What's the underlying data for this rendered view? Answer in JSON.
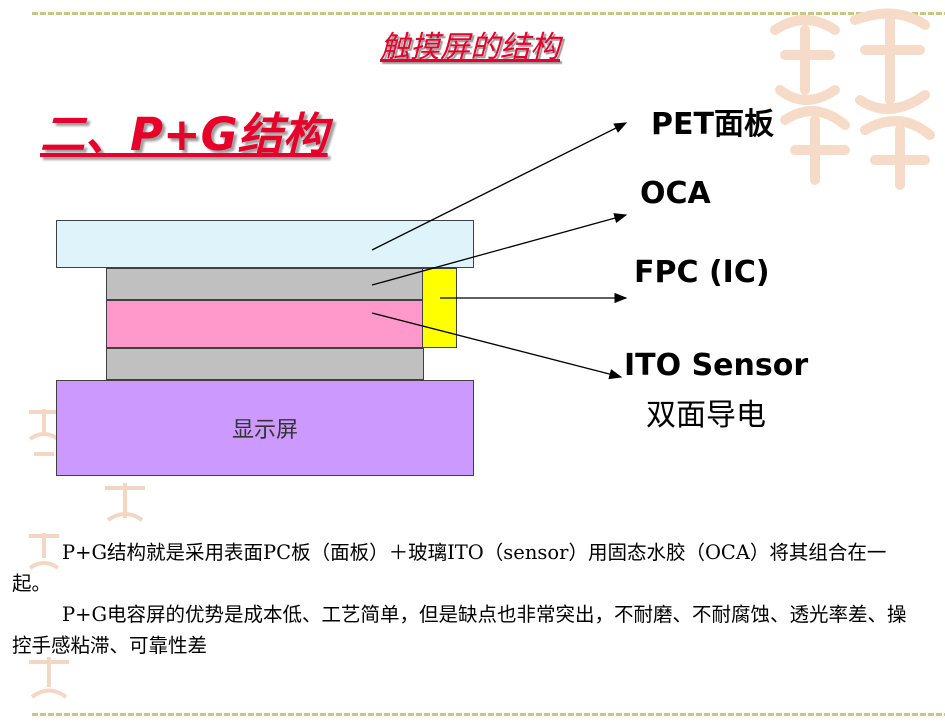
{
  "page_title": "触摸屏的结构",
  "section_title": "二、P+G结构",
  "layers": {
    "display_label": "显示屏"
  },
  "callouts": {
    "pet": "PET面板",
    "oca": "OCA",
    "fpc": "FPC (IC)",
    "ito": "ITO Sensor",
    "ito_sub": "双面导电"
  },
  "paragraphs": [
    "P+G结构就是采用表面PC板（面板）＋玻璃ITO（sensor）用固态水胶（OCA）将其组合在一起。",
    "P+G电容屏的优势是成本低、工艺简单，但是缺点也非常突出，不耐磨、不耐腐蚀、透光率差、操控手感粘滞、可靠性差"
  ],
  "colors": {
    "title_red": "#e6002a",
    "pet_layer": "#dff3fb",
    "oca_layer": "#c0c0c0",
    "ito_layer": "#ff99cc",
    "fpc_layer": "#ffff00",
    "display_layer": "#cc99ff"
  }
}
